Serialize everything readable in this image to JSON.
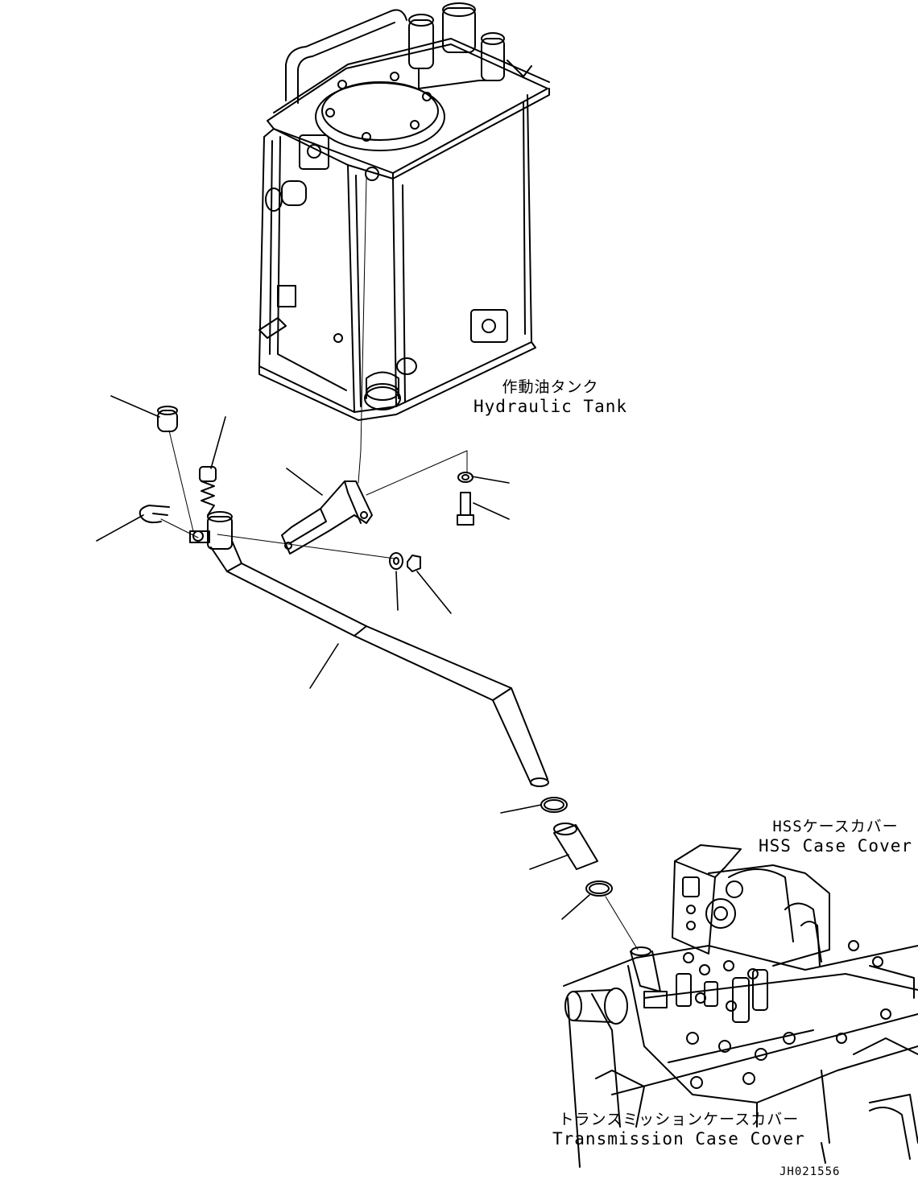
{
  "labels": {
    "hydraulic_tank": {
      "jp": "作動油タンク",
      "en": "Hydraulic Tank"
    },
    "hss_case_cover": {
      "jp": "HSSケースカバー",
      "en": "HSS Case Cover"
    },
    "transmission_case_cover": {
      "jp": "トランスミッションケースカバー",
      "en": "Transmission Case Cover"
    }
  },
  "document_id": "JH021556",
  "colors": {
    "line": "#000000",
    "background": "#ffffff"
  }
}
